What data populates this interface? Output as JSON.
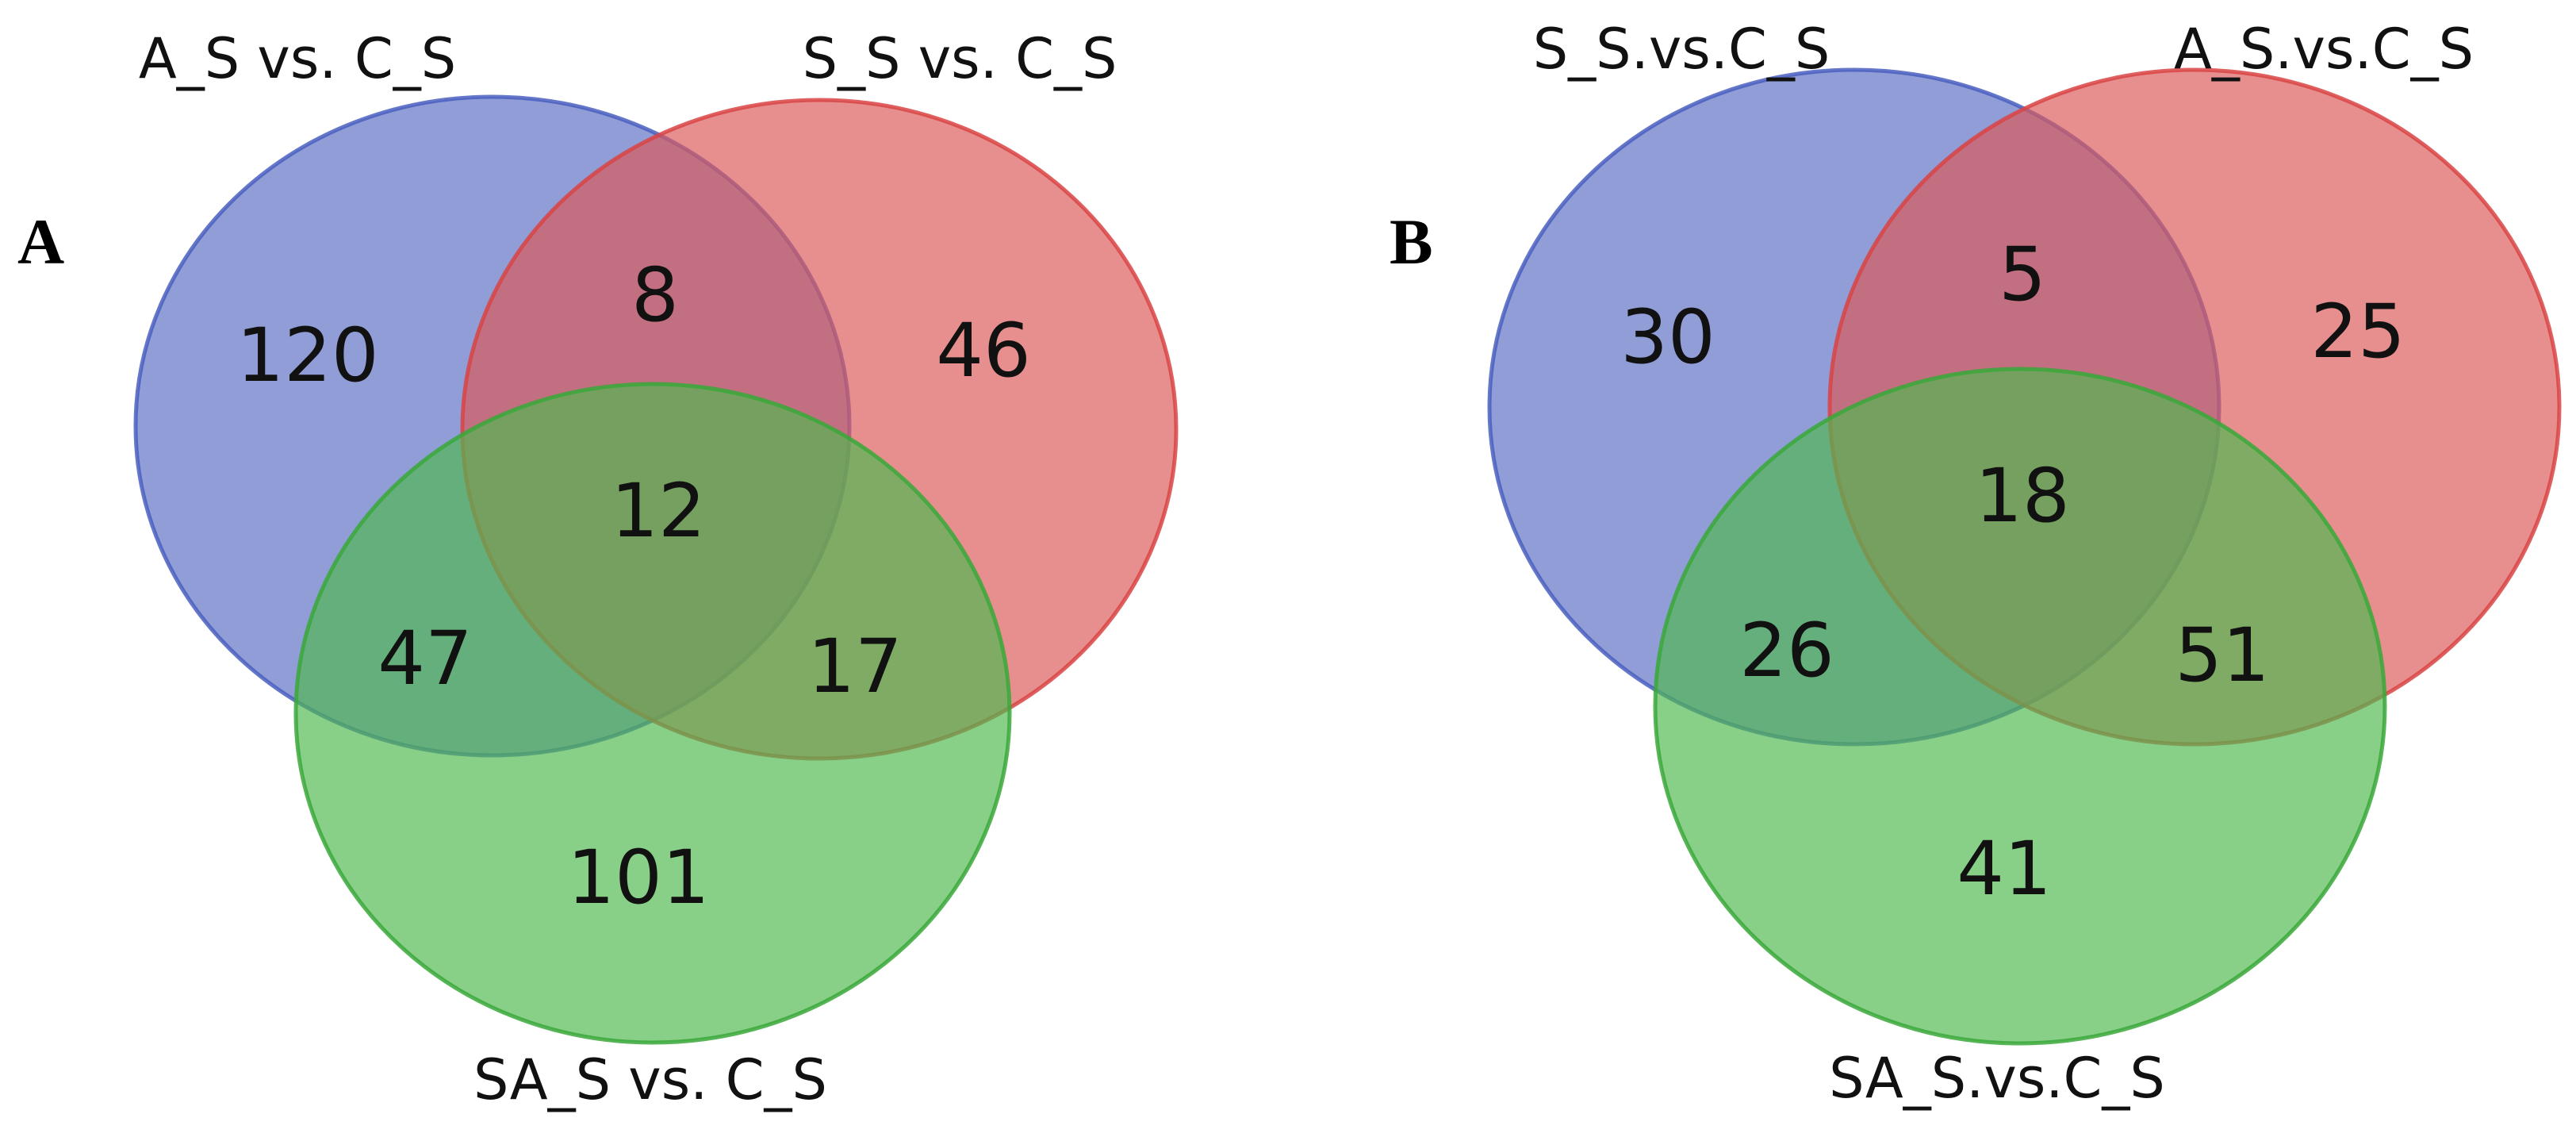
{
  "panels": [
    {
      "letter": "A",
      "sets": [
        {
          "label": "A_S vs. C_S",
          "color": "#5b6fc4"
        },
        {
          "label": "S_S vs. C_S",
          "color": "#dc5a5a"
        },
        {
          "label": "SA_S vs. C_S",
          "color": "#4fb84f"
        }
      ],
      "regions": {
        "only_1": "120",
        "only_2": "46",
        "only_3": "101",
        "r12": "8",
        "r13": "47",
        "r23": "17",
        "r123": "12"
      }
    },
    {
      "letter": "B",
      "sets": [
        {
          "label": "S_S.vs.C_S",
          "color": "#5b6fc4"
        },
        {
          "label": "A_S.vs.C_S",
          "color": "#dc5a5a"
        },
        {
          "label": "SA_S.vs.C_S",
          "color": "#4fb84f"
        }
      ],
      "regions": {
        "only_1": "30",
        "only_2": "25",
        "only_3": "41",
        "r12": "5",
        "r13": "26",
        "r23": "51",
        "r123": "18"
      }
    }
  ]
}
